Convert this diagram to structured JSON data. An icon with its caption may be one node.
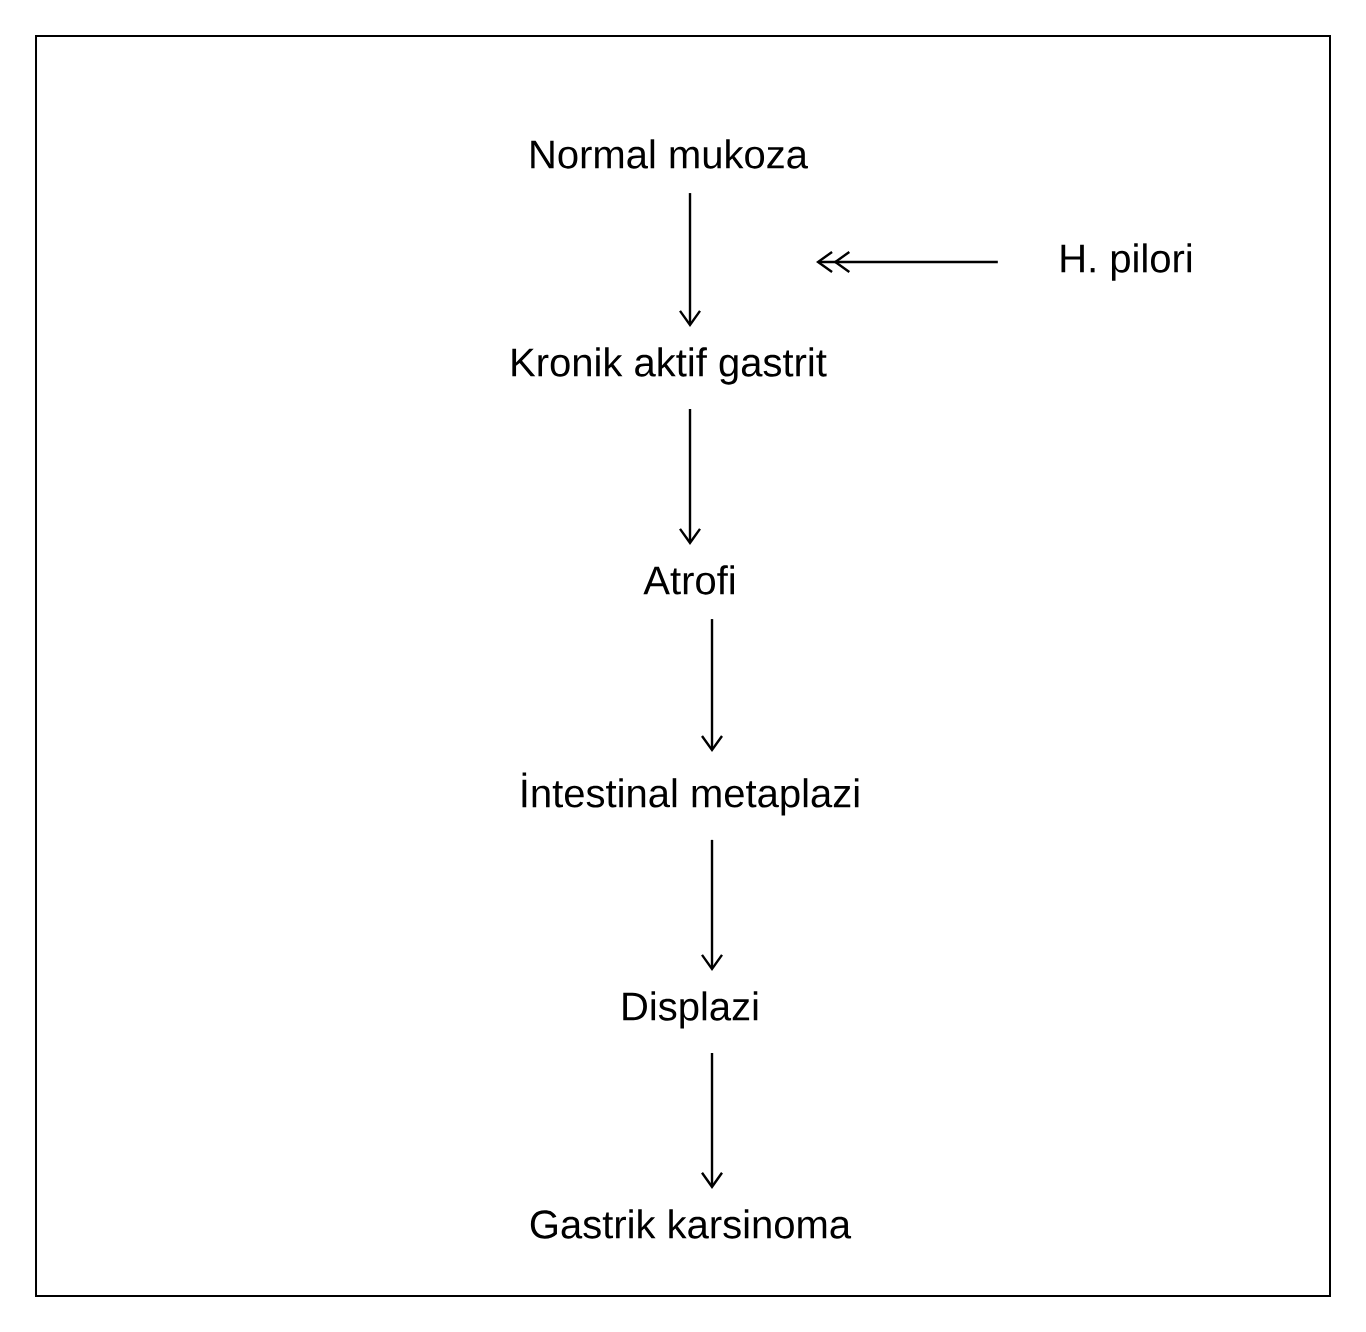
{
  "diagram": {
    "nodes": [
      {
        "text": [
          "Normal mukoza"
        ]
      },
      {
        "text": [
          "Kronik aktif gastrit"
        ]
      },
      {
        "text": [
          "Atrofi"
        ]
      },
      {
        "text": [
          "İntestinal metaplazi"
        ]
      },
      {
        "text": [
          "Displazi"
        ]
      },
      {
        "text": [
          "Gastrik karsinoma"
        ]
      },
      {
        "text": [
          "H. pilori"
        ]
      }
    ],
    "edges": [
      {
        "from": 0,
        "to": 1,
        "arrow": "to"
      },
      {
        "from": 1,
        "to": 2,
        "arrow": "to"
      },
      {
        "from": 2,
        "to": 3,
        "arrow": "to"
      },
      {
        "from": 3,
        "to": 4,
        "arrow": "to"
      },
      {
        "from": 4,
        "to": 5,
        "arrow": "to"
      },
      {
        "from": 6,
        "to": null,
        "arrow": "to"
      }
    ]
  }
}
